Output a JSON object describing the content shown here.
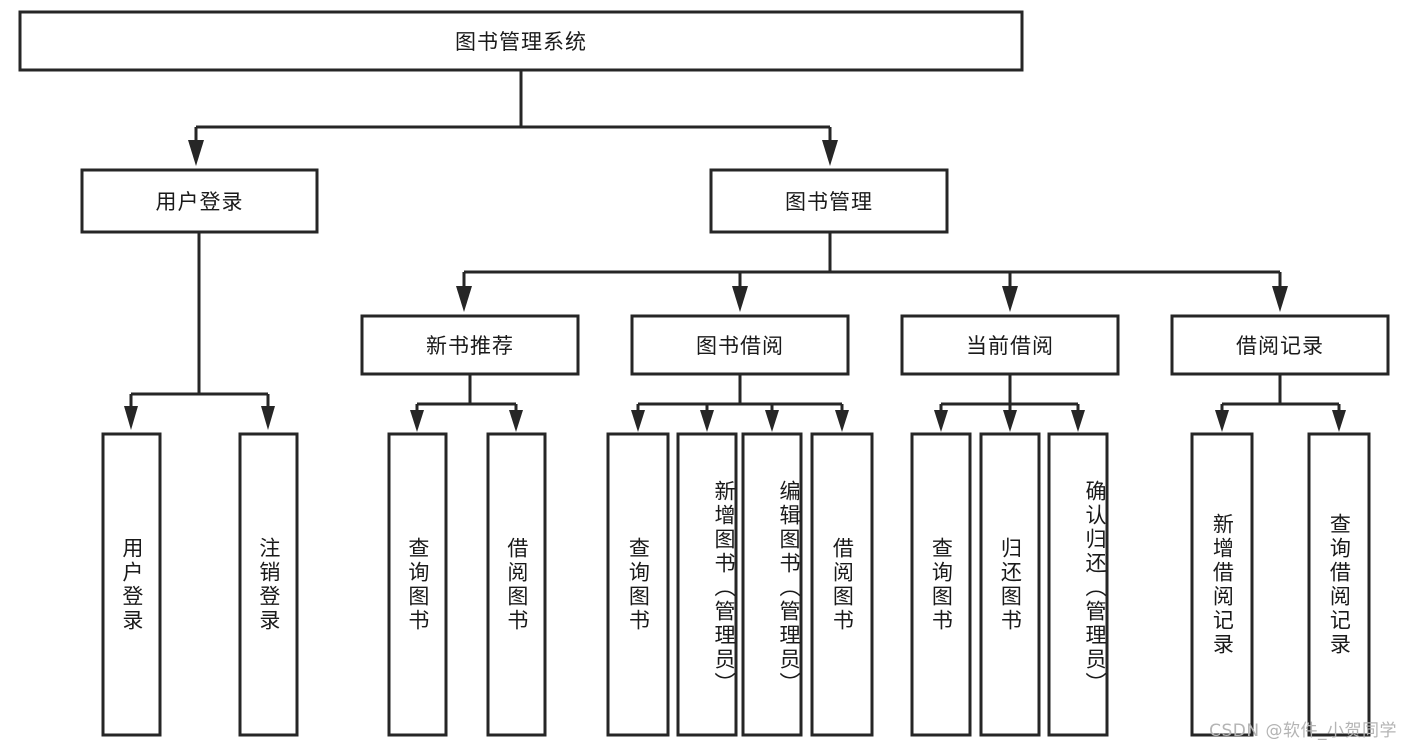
{
  "diagram": {
    "type": "tree",
    "title": "图书管理系统",
    "orientation": "top-down",
    "colors": {
      "stroke": "#262626",
      "fill": "#ffffff",
      "text": "#1a1a1a",
      "watermark": "#b4b4b4"
    },
    "root": {
      "label": "图书管理系统"
    },
    "level2": [
      {
        "label": "用户登录"
      },
      {
        "label": "图书管理"
      }
    ],
    "level3": [
      {
        "label": "新书推荐"
      },
      {
        "label": "图书借阅"
      },
      {
        "label": "当前借阅"
      },
      {
        "label": "借阅记录"
      }
    ],
    "leaves": {
      "user_login": [
        {
          "label": "用户登录"
        },
        {
          "label": "注销登录"
        }
      ],
      "new_book_recommend": [
        {
          "label": "查询图书"
        },
        {
          "label": "借阅图书"
        }
      ],
      "book_borrow": [
        {
          "label": "查询图书"
        },
        {
          "label": "新增图书（管理员）"
        },
        {
          "label": "编辑图书（管理员）"
        },
        {
          "label": "借阅图书"
        }
      ],
      "current_borrow": [
        {
          "label": "查询图书"
        },
        {
          "label": "归还图书"
        },
        {
          "label": "确认归还（管理员）"
        }
      ],
      "borrow_record": [
        {
          "label": "新增借阅记录"
        },
        {
          "label": "查询借阅记录"
        }
      ]
    }
  },
  "watermark": {
    "text": "CSDN @软件_小贺同学"
  }
}
